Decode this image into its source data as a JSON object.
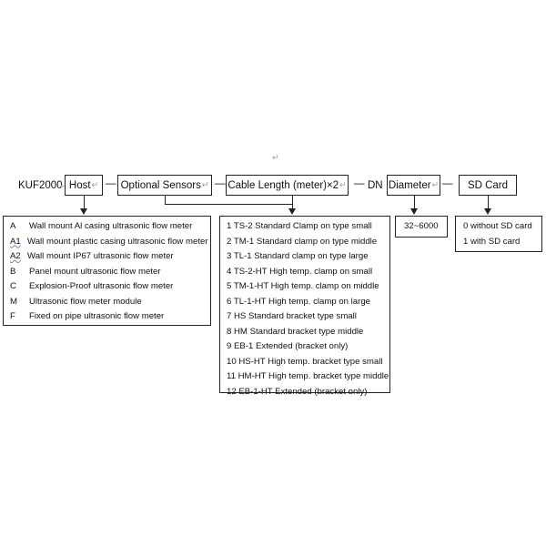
{
  "paragraph_mark": "↵",
  "model": {
    "prefix": "KUF2000",
    "dash": "—",
    "times": "×2",
    "dn": "DN"
  },
  "headers": {
    "host": "Host",
    "sensors": "Optional Sensors",
    "cable": "Cable Length (meter)",
    "diameter": "Diameter",
    "sd": "SD Card"
  },
  "host_options": [
    {
      "code": "A",
      "desc": "Wall mount Al casing ultrasonic flow meter"
    },
    {
      "code": "A1",
      "desc": "Wall mount plastic casing ultrasonic flow meter"
    },
    {
      "code": "A2",
      "desc": "Wall mount IP67 ultrasonic flow meter"
    },
    {
      "code": "B",
      "desc": "Panel mount ultrasonic flow meter"
    },
    {
      "code": "C",
      "desc": "Explosion-Proof ultrasonic flow meter"
    },
    {
      "code": "M",
      "desc": "Ultrasonic flow meter module"
    },
    {
      "code": "F",
      "desc": "Fixed on pipe ultrasonic flow meter"
    }
  ],
  "sensor_options": [
    "1 TS-2 Standard Clamp on type small",
    "2 TM-1 Standard clamp on type middle",
    "3 TL-1 Standard clamp on type large",
    "4 TS-2-HT High temp. clamp on small",
    "5 TM-1-HT High temp. clamp on middle",
    "6 TL-1-HT High temp. clamp on large",
    "7 HS Standard bracket type small",
    "8 HM Standard bracket type middle",
    "9 EB-1 Extended (bracket only)",
    "10 HS-HT High temp. bracket type small",
    "11 HM-HT High temp. bracket type middle",
    "12 EB-1-HT Extended (bracket only)"
  ],
  "diameter_range": "32~6000",
  "sd_options": [
    "0 without SD card",
    "1 with SD card"
  ]
}
